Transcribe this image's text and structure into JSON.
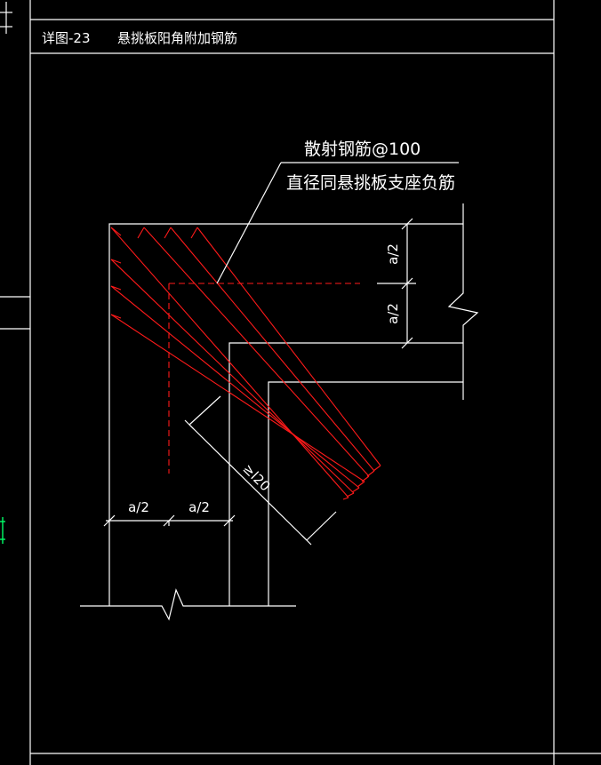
{
  "header": {
    "detail_id": "详图-23",
    "detail_title": "悬挑板阳角附加钢筋"
  },
  "callout": {
    "line1": "散射钢筋@100",
    "line2": "直径同悬挑板支座负筋"
  },
  "dimensions": {
    "right_top": "a/2",
    "right_bottom": "a/2",
    "bottom_left": "a/2",
    "bottom_right": "a/2",
    "diagonal": "≥l20"
  },
  "colors": {
    "background": "#000000",
    "line": "#ffffff",
    "rebar": "#ff1a1a",
    "marker": "#00ff66"
  }
}
